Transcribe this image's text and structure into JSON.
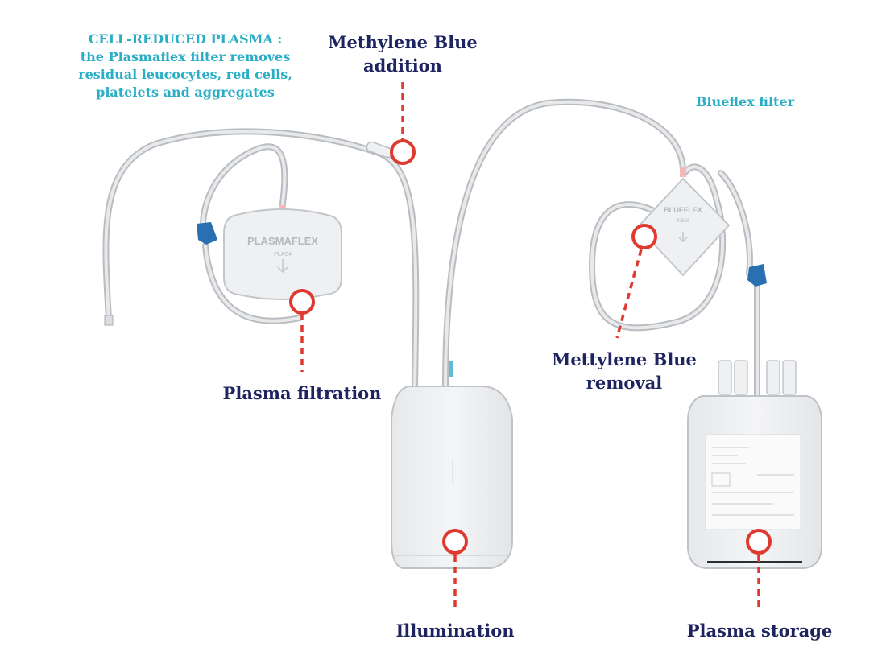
{
  "labels": {
    "cell_reduced_heading": "CELL-REDUCED PLASMA :",
    "cell_reduced_line1": "the Plasmaflex filter removes",
    "cell_reduced_line2": "residual leucocytes, red cells,",
    "cell_reduced_line3": "platelets and aggregates",
    "mb_addition_line1": "Methylene Blue",
    "mb_addition_line2": "addition",
    "blueflex_filter": "Blueflex filter",
    "plasma_filtration": "Plasma filtration",
    "mb_removal_line1": "Mettylene Blue",
    "mb_removal_line2": "removal",
    "illumination": "Illumination",
    "plasma_storage": "Plasma storage"
  },
  "devices": {
    "plasmaflex_name": "PLASMAFLEX",
    "plasmaflex_model": "PLAS4",
    "blueflex_name": "BLUEFLEX",
    "blueflex_model": "F/BW"
  },
  "colors": {
    "marker": "#e03a30",
    "label_navy": "#1e2460",
    "label_teal": "#2aaec6",
    "tubing": "#c9ccd0",
    "clamp_blue": "#2b6fb3"
  }
}
